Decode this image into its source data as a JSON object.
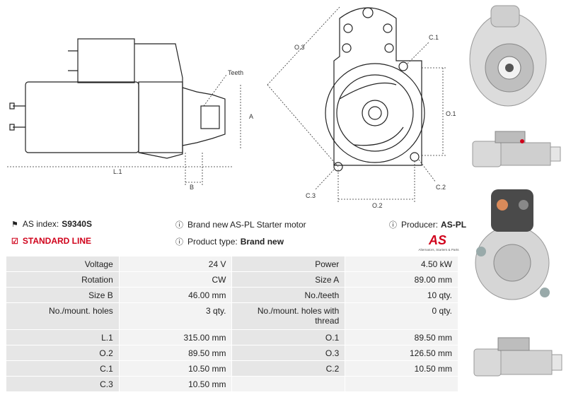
{
  "drawing": {
    "label_teeth": "Teeth",
    "label_a": "A",
    "label_b": "B",
    "label_l1": "L.1",
    "label_o1": "O.1",
    "label_o2": "O.2",
    "label_o3": "O.3",
    "label_c1": "C.1",
    "label_c2": "C.2",
    "label_c3": "C.3"
  },
  "info": {
    "index_label": "AS index:",
    "index_value": "S9340S",
    "line_label": "STANDARD LINE",
    "description": "Brand new AS-PL Starter motor",
    "product_type_label": "Product type:",
    "product_type_value": "Brand new",
    "producer_label": "Producer:",
    "producer_value": "AS-PL"
  },
  "logo": {
    "text": "AS",
    "tagline": "Alternators, Starters & Parts"
  },
  "spec": [
    [
      "Voltage",
      "24 V",
      "Power",
      "4.50 kW"
    ],
    [
      "Rotation",
      "CW",
      "Size A",
      "89.00 mm"
    ],
    [
      "Size B",
      "46.00 mm",
      "No./teeth",
      "10 qty."
    ],
    [
      "No./mount. holes",
      "3 qty.",
      "No./mount. holes with thread",
      "0 qty."
    ],
    [
      "L.1",
      "315.00 mm",
      "O.1",
      "89.50 mm"
    ],
    [
      "O.2",
      "89.50 mm",
      "O.3",
      "126.50 mm"
    ],
    [
      "C.1",
      "10.50 mm",
      "C.2",
      "10.50 mm"
    ],
    [
      "C.3",
      "10.50 mm",
      "",
      ""
    ]
  ],
  "colors": {
    "accent": "#d0021b",
    "key_bg": "#e6e6e6",
    "value_bg": "#f3f3f3"
  }
}
